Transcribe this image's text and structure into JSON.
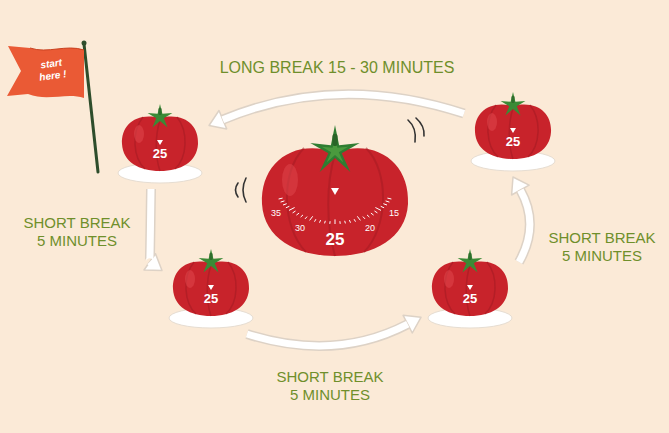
{
  "diagram": {
    "nodes": [
      {
        "text": [
          "start here !"
        ]
      },
      {
        "text": [
          "25"
        ]
      },
      {
        "text": [
          "35",
          "30",
          "25",
          "20",
          "15"
        ]
      },
      {
        "text": [
          "25"
        ]
      },
      {
        "text": [
          "25"
        ]
      },
      {
        "text": [
          "25"
        ]
      }
    ],
    "edges": [
      {
        "from": 1,
        "to": 4,
        "arrow": "to",
        "label": "SHORT BREAK 5 MINUTES"
      },
      {
        "from": 4,
        "to": 5,
        "arrow": "to",
        "label": "SHORT BREAK 5 MINUTES"
      },
      {
        "from": 5,
        "to": 3,
        "arrow": "to",
        "label": "SHORT BREAK 5 MINUTES"
      },
      {
        "from": 3,
        "to": 1,
        "arrow": "to",
        "label": "LONG BREAK 15 - 30 MINUTES"
      }
    ]
  }
}
